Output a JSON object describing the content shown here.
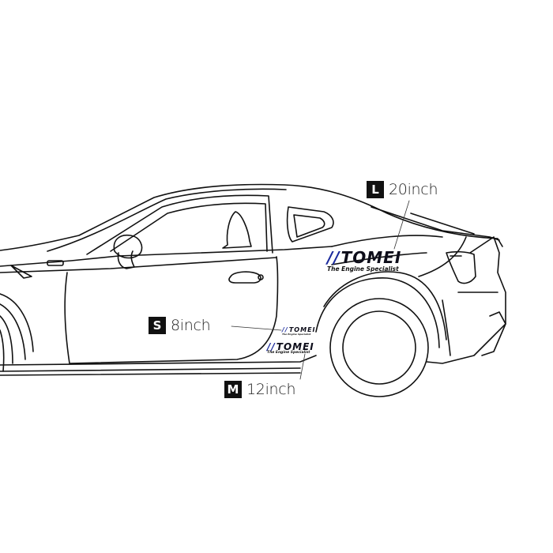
{
  "diagram": {
    "subject": "car-side-view-line-drawing",
    "logo": {
      "brand": "TOMEI",
      "mark": "//",
      "tagline": "The Engine Specialist",
      "colors": {
        "mark": "#1a2a9c",
        "text": "#0d0d1a"
      }
    },
    "sizes": [
      {
        "badge": "L",
        "label": "20inch"
      },
      {
        "badge": "S",
        "label": "8inch"
      },
      {
        "badge": "M",
        "label": "12inch"
      }
    ]
  }
}
